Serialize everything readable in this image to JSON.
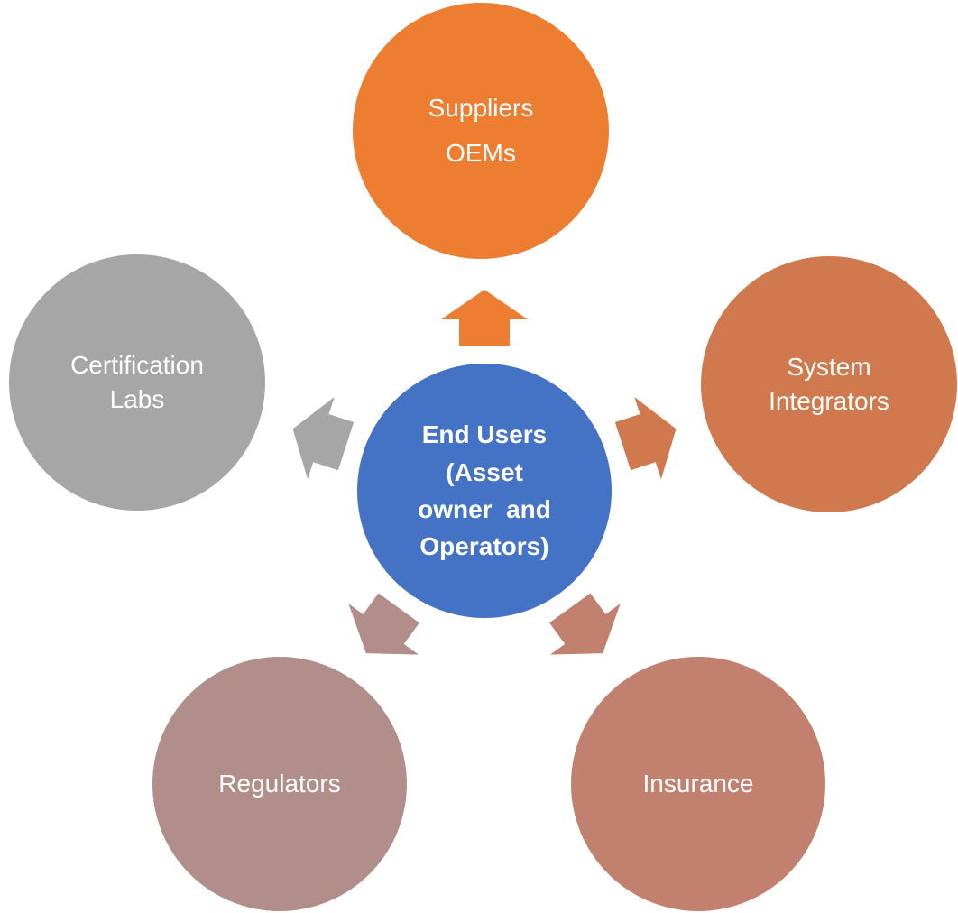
{
  "diagram": {
    "title": "",
    "background": "#ffffff",
    "text_color": "#ffffff",
    "center": {
      "id": "end-users",
      "label_lines": [
        "End Users",
        "(Asset",
        "owner  and",
        "Operators)"
      ],
      "color": "#4472C4"
    },
    "nodes": [
      {
        "id": "suppliers-oems",
        "label_lines": [
          "Suppliers",
          "OEMs"
        ],
        "color": "#ED7D31"
      },
      {
        "id": "system-integrators",
        "label_lines": [
          "System",
          "Integrators"
        ],
        "color": "#D0794E"
      },
      {
        "id": "insurance",
        "label_lines": [
          "Insurance"
        ],
        "color": "#C2806E"
      },
      {
        "id": "regulators",
        "label_lines": [
          "Regulators"
        ],
        "color": "#B18E89"
      },
      {
        "id": "certification-labs",
        "label_lines": [
          "Certification",
          "Labs"
        ],
        "color": "#A6A6A6"
      }
    ],
    "connections": [
      {
        "from": "end-users",
        "to": "suppliers-oems",
        "direction": "up"
      },
      {
        "from": "end-users",
        "to": "system-integrators",
        "direction": "upper-right"
      },
      {
        "from": "end-users",
        "to": "insurance",
        "direction": "lower-right"
      },
      {
        "from": "end-users",
        "to": "regulators",
        "direction": "lower-left"
      },
      {
        "from": "end-users",
        "to": "certification-labs",
        "direction": "upper-left"
      }
    ]
  }
}
